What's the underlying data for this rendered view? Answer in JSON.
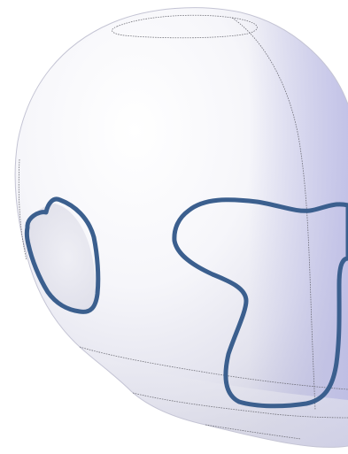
{
  "image": {
    "subject": "3D head model",
    "colors": {
      "background": "#ffffff",
      "surface_light": "#ffffff",
      "surface_mid": "#e9e9f2",
      "surface_shadow": "#c9c9dc",
      "rim_light": "#b9b9e6",
      "seam_line": "#5e5e66",
      "region_outline": "#3b5f8e"
    },
    "region_outlines": [
      "left-ear-region",
      "right-face-region"
    ]
  }
}
